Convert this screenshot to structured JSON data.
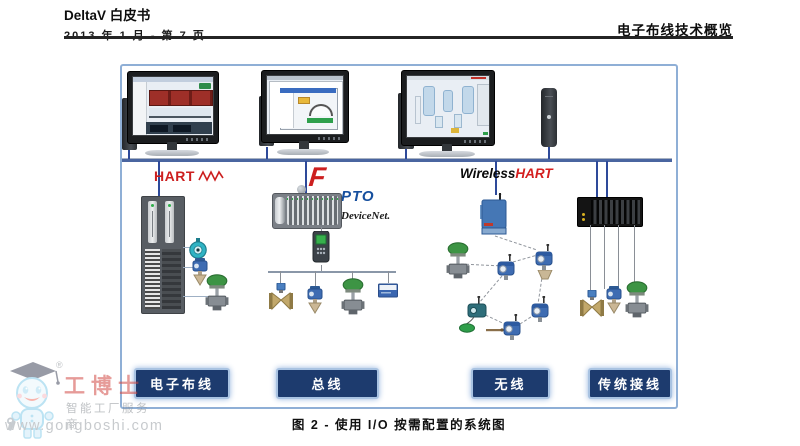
{
  "header": {
    "doc_title": "DeltaV 白皮书",
    "doc_meta": "2013 年 1 月 - 第 7 页",
    "section_title": "电子布线技术概览"
  },
  "diagram": {
    "network": {
      "hart_logo": "HART",
      "ff_logo": "F",
      "profibus_logo": "PTO",
      "devicenet_logo": "DeviceNet.",
      "wireless_prefix": "Wireless",
      "wireless_suffix": "HART"
    },
    "category_labels": [
      {
        "text": "电子布线"
      },
      {
        "text": "总线"
      },
      {
        "text": "无线"
      },
      {
        "text": "传统接线"
      }
    ]
  },
  "caption": {
    "text": "图 2 - 使用 I/O 按需配置的系统图"
  },
  "watermark": {
    "brand": "工博士",
    "registered": "®",
    "tagline": "智能工厂服务商",
    "url": "www.gongboshi.com"
  },
  "colors": {
    "hart_red": "#cc1f1f",
    "profibus_blue": "#164f9e",
    "label_navy": "#1d3b6e",
    "diagram_border": "#8fafd6",
    "network_line": "#4a65a0"
  }
}
